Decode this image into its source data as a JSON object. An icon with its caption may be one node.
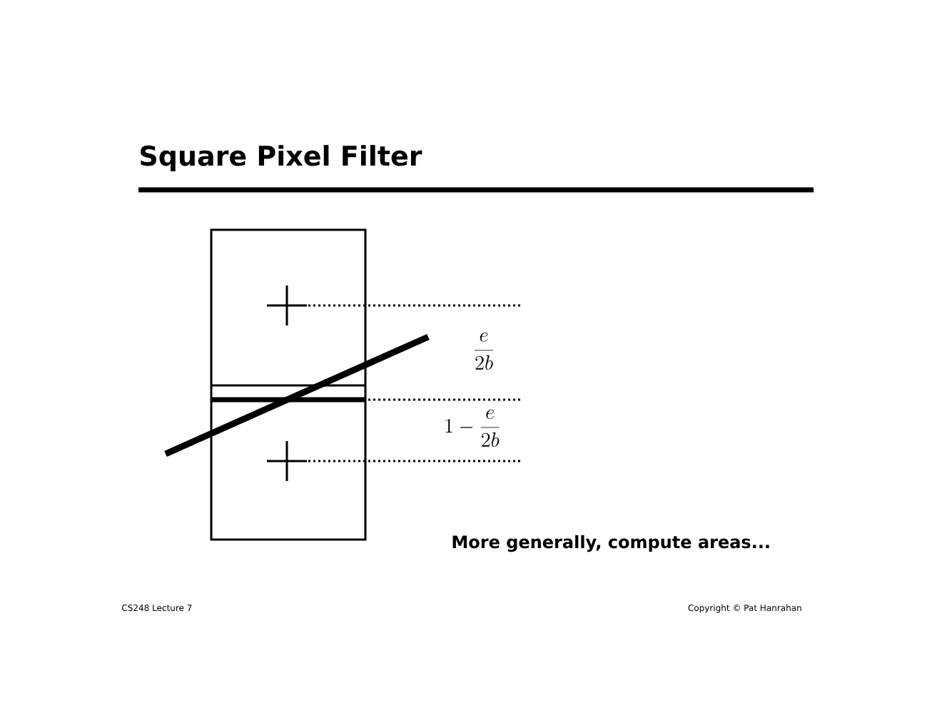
{
  "diagram": {
    "title": "Square Pixel Filter",
    "labels": [
      "\\frac{e}{2b}",
      "1-\\frac{e}{2b}",
      "More generally, compute areas...",
      "CS248 Lecture 7",
      "Copyright © Pat Hanrahan"
    ]
  }
}
